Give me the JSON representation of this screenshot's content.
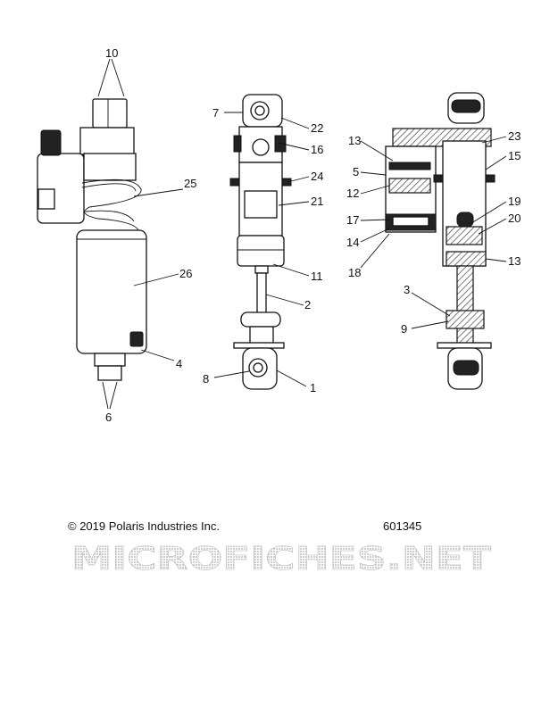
{
  "callouts": [
    {
      "id": "c10",
      "label": "10"
    },
    {
      "id": "c25",
      "label": "25"
    },
    {
      "id": "c26",
      "label": "26"
    },
    {
      "id": "c4",
      "label": "4"
    },
    {
      "id": "c6",
      "label": "6"
    },
    {
      "id": "c7",
      "label": "7"
    },
    {
      "id": "c22",
      "label": "22"
    },
    {
      "id": "c16",
      "label": "16"
    },
    {
      "id": "c24",
      "label": "24"
    },
    {
      "id": "c21",
      "label": "21"
    },
    {
      "id": "c11",
      "label": "11"
    },
    {
      "id": "c2",
      "label": "2"
    },
    {
      "id": "c8",
      "label": "8"
    },
    {
      "id": "c1",
      "label": "1"
    },
    {
      "id": "c13a",
      "label": "13"
    },
    {
      "id": "c5",
      "label": "5"
    },
    {
      "id": "c12",
      "label": "12"
    },
    {
      "id": "c17",
      "label": "17"
    },
    {
      "id": "c14",
      "label": "14"
    },
    {
      "id": "c18",
      "label": "18"
    },
    {
      "id": "c23",
      "label": "23"
    },
    {
      "id": "c15",
      "label": "15"
    },
    {
      "id": "c19",
      "label": "19"
    },
    {
      "id": "c20",
      "label": "20"
    },
    {
      "id": "c13b",
      "label": "13"
    },
    {
      "id": "c3",
      "label": "3"
    },
    {
      "id": "c9",
      "label": "9"
    }
  ],
  "footer": {
    "copyright": "© 2019 Polaris Industries Inc.",
    "part_number": "601345"
  },
  "watermark": {
    "text": "MICROFICHES.NET"
  }
}
